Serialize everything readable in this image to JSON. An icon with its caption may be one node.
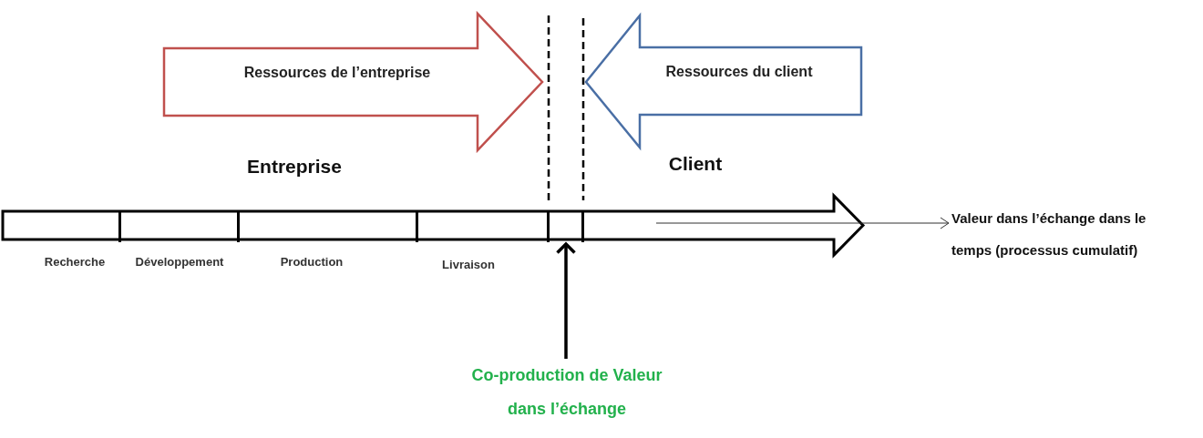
{
  "diagram": {
    "nodes": [
      {
        "text": [
          "Ressources de l’entreprise"
        ]
      },
      {
        "text": [
          "Ressources du client"
        ]
      },
      {
        "text": [],
        "shape": "arrow"
      },
      {
        "text": [
          "Recherche"
        ],
        "in": 2
      },
      {
        "text": [
          "Développement"
        ],
        "in": 2
      },
      {
        "text": [
          "Production"
        ],
        "in": 2
      },
      {
        "text": [
          "Livraison"
        ],
        "in": 2
      },
      {
        "text": [],
        "shape": "box",
        "in": 2
      },
      {
        "text": [
          "Valeur dans l’échange dans le temps (processus cumulatif)"
        ]
      },
      {
        "text": [
          "Co-production de Valeur dans l’échange"
        ]
      }
    ],
    "edges": [
      {
        "from": 2,
        "to": 8,
        "arrow": "to"
      },
      {
        "from": 9,
        "to": 7,
        "arrow": "to",
        "style": "thick"
      }
    ],
    "labels": [
      "Entreprise",
      "Client"
    ]
  }
}
